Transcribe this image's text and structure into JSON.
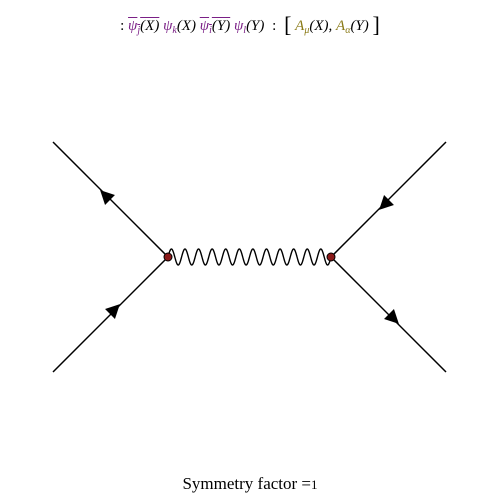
{
  "formula": {
    "colon1": ":",
    "psi_j": "ψ",
    "j": "j",
    "arg_j": "(X)",
    "psi_k": "ψ",
    "k": "k",
    "arg_k": "(X)",
    "psi_i": "ψ",
    "i": "i",
    "arg_i": "(Y)",
    "psi_l": "ψ",
    "l": "l",
    "arg_l": "(Y)",
    "colon2": ":",
    "open_bracket": "[",
    "A1": "A",
    "mu": "μ",
    "arg_A1": "(X),",
    "A2": "A",
    "alpha": "α",
    "arg_A2": "(Y)",
    "close_bracket": "]"
  },
  "symmetry": {
    "label": "Symmetry factor =",
    "value": "1"
  },
  "colors": {
    "fermion_color": "#7a1f86",
    "boson_color": "#8a7a16",
    "vertex_fill": "#8b1a1a"
  }
}
